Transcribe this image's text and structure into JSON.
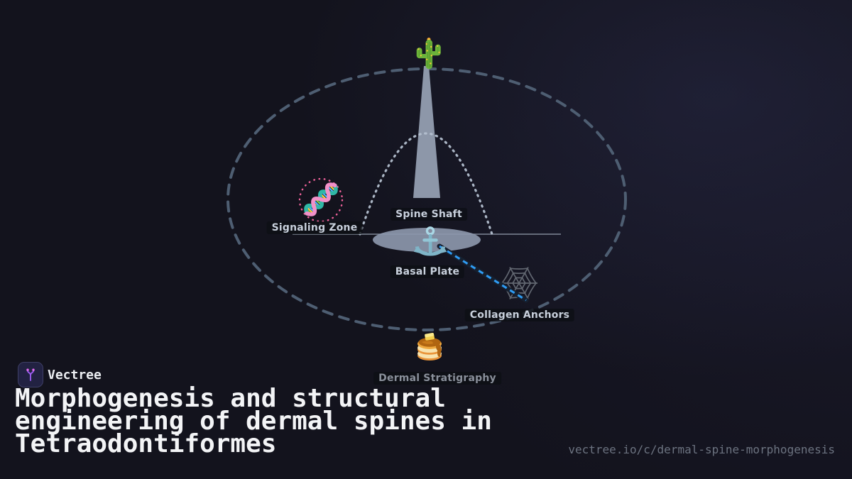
{
  "brand": {
    "name": "Vectree",
    "logo_icon": "branch-icon"
  },
  "title": "Morphogenesis and structural engineering of dermal spines in Tetraodontiformes",
  "footer": {
    "url": "vectree.io/c/dermal-spine-morphogenesis"
  },
  "diagram": {
    "labels": {
      "spine_shaft": "Spine Shaft",
      "basal_plate": "Basal Plate",
      "signaling_zone": "Signaling Zone",
      "collagen_anchors": "Collagen Anchors",
      "dermal_stratigraphy": "Dermal Stratigraphy"
    },
    "icons": {
      "spine_shaft": "cactus-icon",
      "basal_plate": "anchor-icon",
      "signaling_zone": "dna-icon",
      "collagen_anchors": "spider-web-icon",
      "dermal_stratigraphy": "pancakes-icon"
    },
    "colors": {
      "background": "#13131d",
      "outer_ring_dash": "#4e5e72",
      "structure_gray": "#8c96a8",
      "connector_blue": "#2f9cf4",
      "signal_ring_pink": "#f0629b",
      "label_text": "#c8d0dc",
      "label_muted": "#8a909b",
      "title_text": "#f3f4f6",
      "url_text": "#6c7380",
      "logo_purple": "#9b5cf0"
    }
  }
}
